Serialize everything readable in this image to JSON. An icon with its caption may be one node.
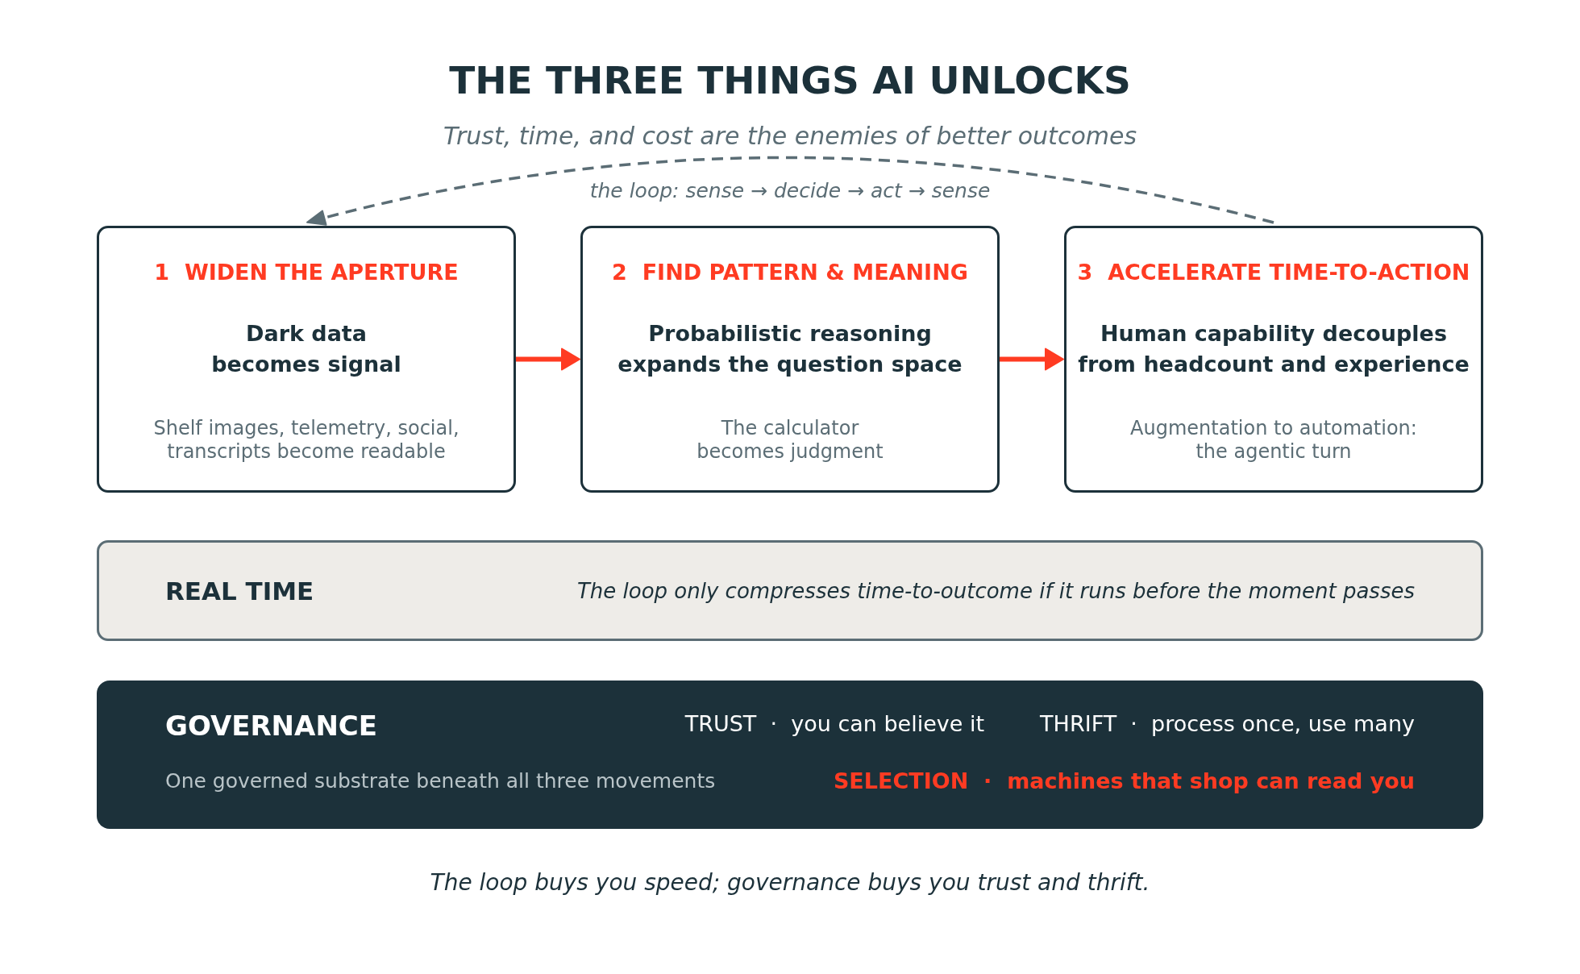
{
  "diagram": {
    "title": "THE THREE THINGS AI UNLOCKS",
    "caption": "The loop buys you speed; governance buys you trust and thrift.",
    "nodes": [
      {
        "text": [
          "1  WIDEN THE APERTURE",
          "Dark data becomes signal",
          "Shelf images, telemetry, social, transcripts become readable"
        ]
      },
      {
        "text": [
          "2  FIND PATTERN & MEANING",
          "Probabilistic reasoning expands the question space",
          "The calculator becomes judgment"
        ]
      },
      {
        "text": [
          "3  ACCELERATE TIME-TO-ACTION",
          "Human capability decouples from headcount and experience",
          "Augmentation to automation: the agentic turn"
        ]
      },
      {
        "text": [
          "REAL TIME",
          "The loop only compresses time-to-outcome if it runs before the moment passes"
        ]
      },
      {
        "text": [
          "GOVERNANCE",
          "TRUST  ·  you can believe it",
          "THRIFT  ·  process once, use many",
          "One governed substrate beneath all three movements",
          "SELECTION  ·  machines that shop can read you"
        ]
      }
    ],
    "edges": [
      {
        "from": 0,
        "to": 1,
        "arrow": "to"
      },
      {
        "from": 1,
        "to": 2,
        "arrow": "to"
      },
      {
        "from": 2,
        "to": 0,
        "arrow": "to",
        "style": "dashed",
        "color": "#5b6d75",
        "label": "the loop: sense → decide → act → sense"
      }
    ],
    "labels": [
      "Trust, time, and cost are the enemies of better outcomes"
    ]
  }
}
